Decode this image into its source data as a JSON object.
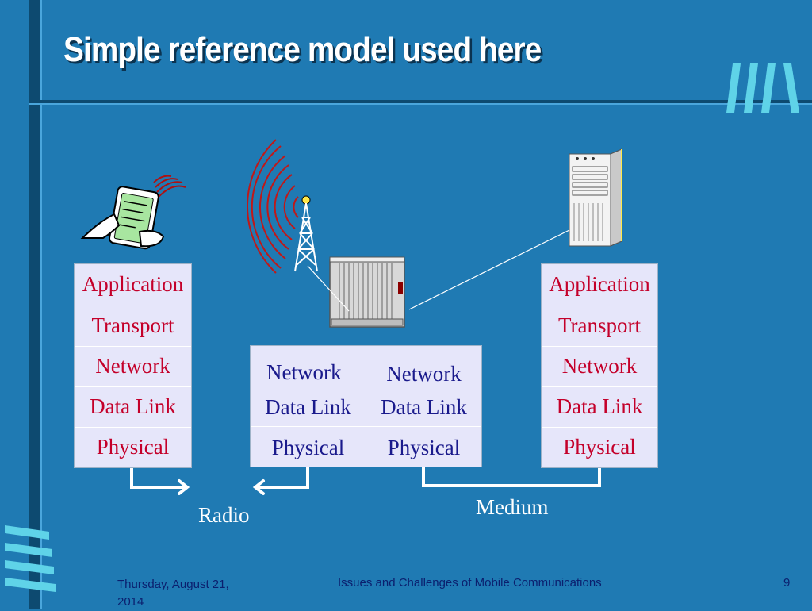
{
  "title": "Simple reference model used here",
  "left_stack": [
    "Application",
    "Transport",
    "Network",
    "Data Link",
    "Physical"
  ],
  "middle_stack": {
    "left": [
      "Network",
      "Data Link",
      "Physical"
    ],
    "right": [
      "Network",
      "Data Link",
      "Physical"
    ]
  },
  "right_stack": [
    "Application",
    "Transport",
    "Network",
    "Data Link",
    "Physical"
  ],
  "labels": {
    "radio": "Radio",
    "medium": "Medium"
  },
  "footer": {
    "date": "Thursday, August 21, 2014",
    "subject": "Issues and Challenges of Mobile Communications",
    "page": "9"
  },
  "colors": {
    "background": "#1f7ab3",
    "upper_layers": "#c4002a",
    "relay_layers": "#1a1a8c",
    "stack_fill": "#e6e6fa"
  }
}
